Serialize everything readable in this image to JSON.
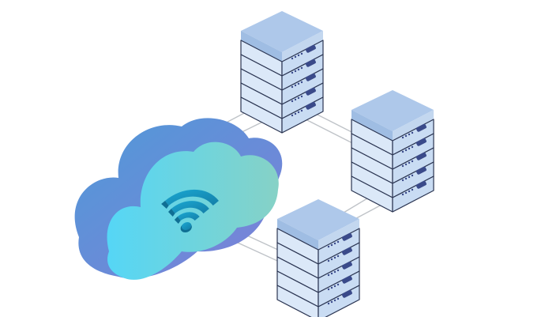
{
  "scene": {
    "subject": "cloud-with-wifi-connected-to-servers",
    "server_count": 3,
    "units_per_server": 5,
    "colors": {
      "background": "#ffffff",
      "cable": "#bfc3c8",
      "server_top": "#aec8ea",
      "server_front": "#dbe8f8",
      "server_side": "#c3d7ef",
      "server_outline": "#2b3552",
      "led": "#3a4a8a",
      "cloud_back_gradient": [
        "#4f9ad8",
        "#7f7fd8"
      ],
      "cloud_front_gradient": [
        "#55d6f6",
        "#86d2c6"
      ],
      "wifi": "#1fa2c8"
    },
    "icons": [
      "cloud-icon",
      "wifi-icon",
      "server-icon"
    ]
  }
}
